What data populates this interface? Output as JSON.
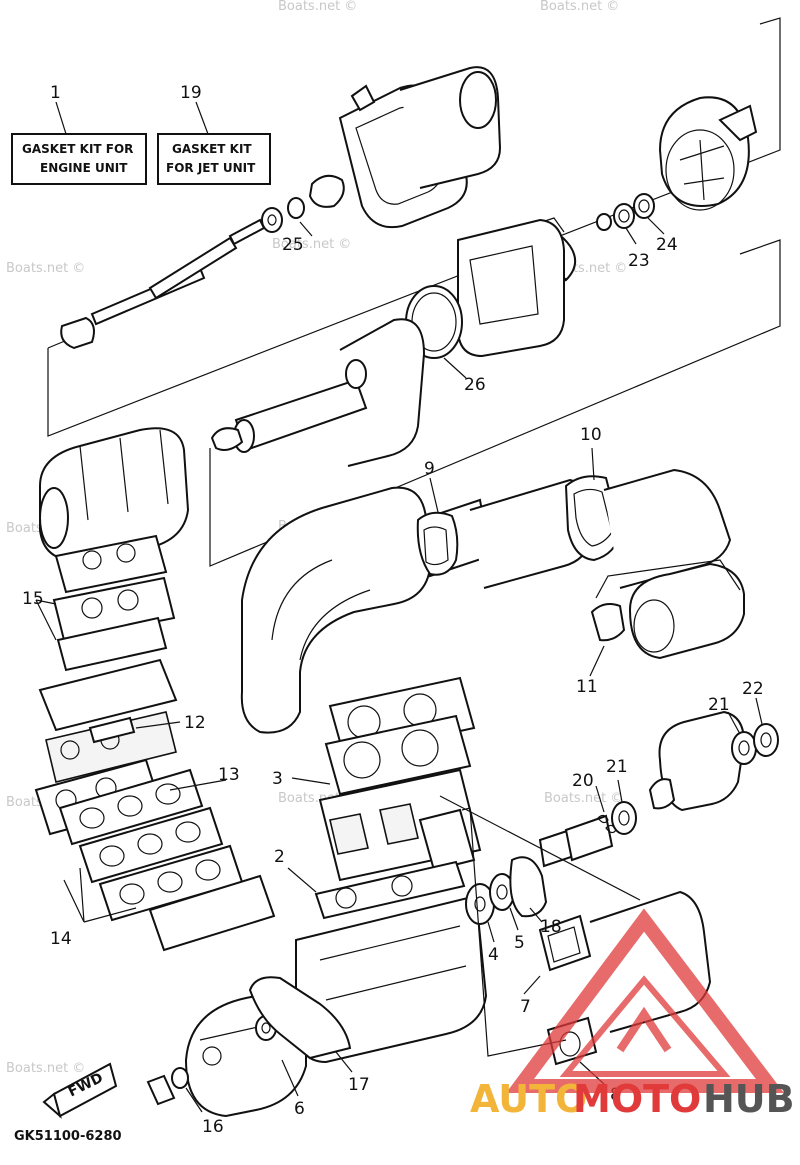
{
  "kits": [
    {
      "ref": "1",
      "line1": "GASKET KIT FOR",
      "line2": "ENGINE UNIT"
    },
    {
      "ref": "19",
      "line1": "GASKET KIT",
      "line2": "FOR JET UNIT"
    }
  ],
  "callouts": {
    "c2": "2",
    "c3": "3",
    "c4": "4",
    "c5": "5",
    "c6": "6",
    "c7": "7",
    "c8": "8",
    "c9": "9",
    "c10": "10",
    "c11": "11",
    "c12": "12",
    "c13": "13",
    "c14": "14",
    "c15": "15",
    "c16": "16",
    "c17": "17",
    "c18": "18",
    "c20": "20",
    "c21a": "21",
    "c21b": "21",
    "c22": "22",
    "c23": "23",
    "c24": "24",
    "c25": "25",
    "c26": "26"
  },
  "fwd_label": "FWD",
  "part_code": "GK51100-6280",
  "watermark": "Boats.net ©",
  "brand": {
    "part1": "AUTO",
    "part2": "MOTO",
    "part3": "HUB",
    "color1": "#f2b53a",
    "color2": "#e03a3a",
    "color3": "#555555"
  }
}
